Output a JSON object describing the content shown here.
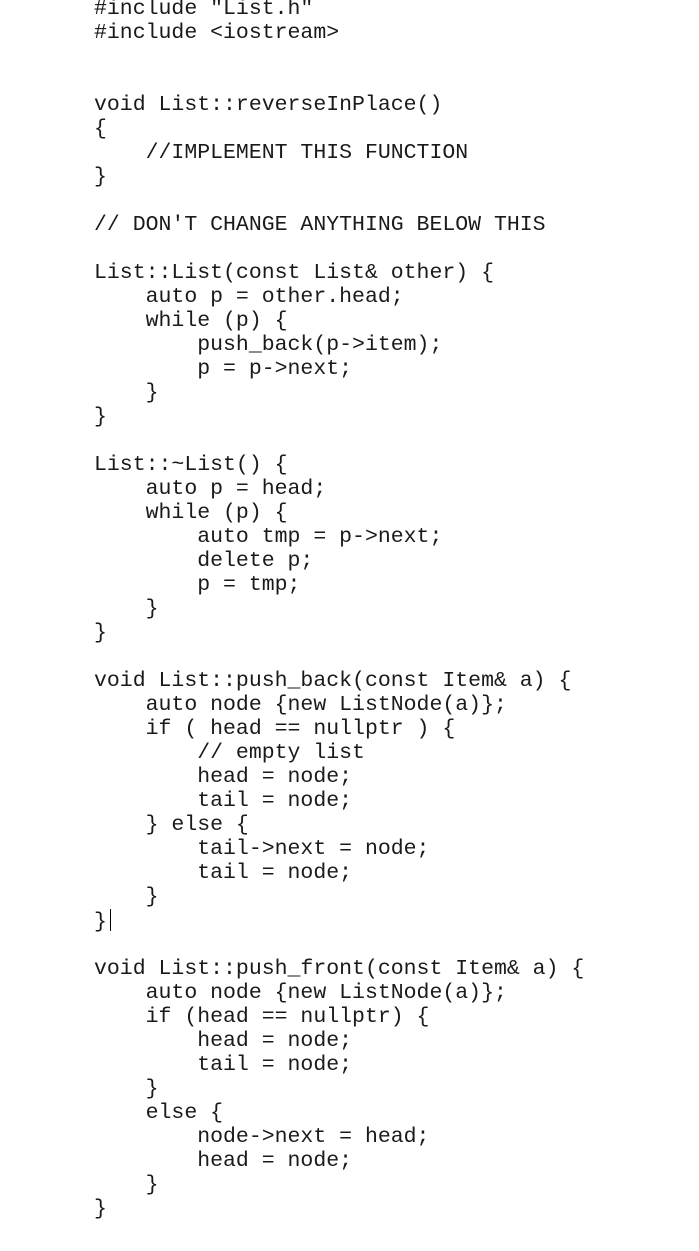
{
  "document": {
    "lines": [
      "#include \"List.h\"",
      "#include <iostream>",
      "",
      "",
      "void List::reverseInPlace()",
      "{",
      "    //IMPLEMENT THIS FUNCTION",
      "}",
      "",
      "// DON'T CHANGE ANYTHING BELOW THIS",
      "",
      "List::List(const List& other) {",
      "    auto p = other.head;",
      "    while (p) {",
      "        push_back(p->item);",
      "        p = p->next;",
      "    }",
      "}",
      "",
      "List::~List() {",
      "    auto p = head;",
      "    while (p) {",
      "        auto tmp = p->next;",
      "        delete p;",
      "        p = tmp;",
      "    }",
      "}",
      "",
      "void List::push_back(const Item& a) {",
      "    auto node {new ListNode(a)};",
      "    if ( head == nullptr ) {",
      "        // empty list",
      "        head = node;",
      "        tail = node;",
      "    } else {",
      "        tail->next = node;",
      "        tail = node;",
      "    }",
      "}",
      "",
      "void List::push_front(const Item& a) {",
      "    auto node {new ListNode(a)};",
      "    if (head == nullptr) {",
      "        head = node;",
      "        tail = node;",
      "    }",
      "    else {",
      "        node->next = head;",
      "        head = node;",
      "    }",
      "}"
    ],
    "cursor_line": 38
  }
}
